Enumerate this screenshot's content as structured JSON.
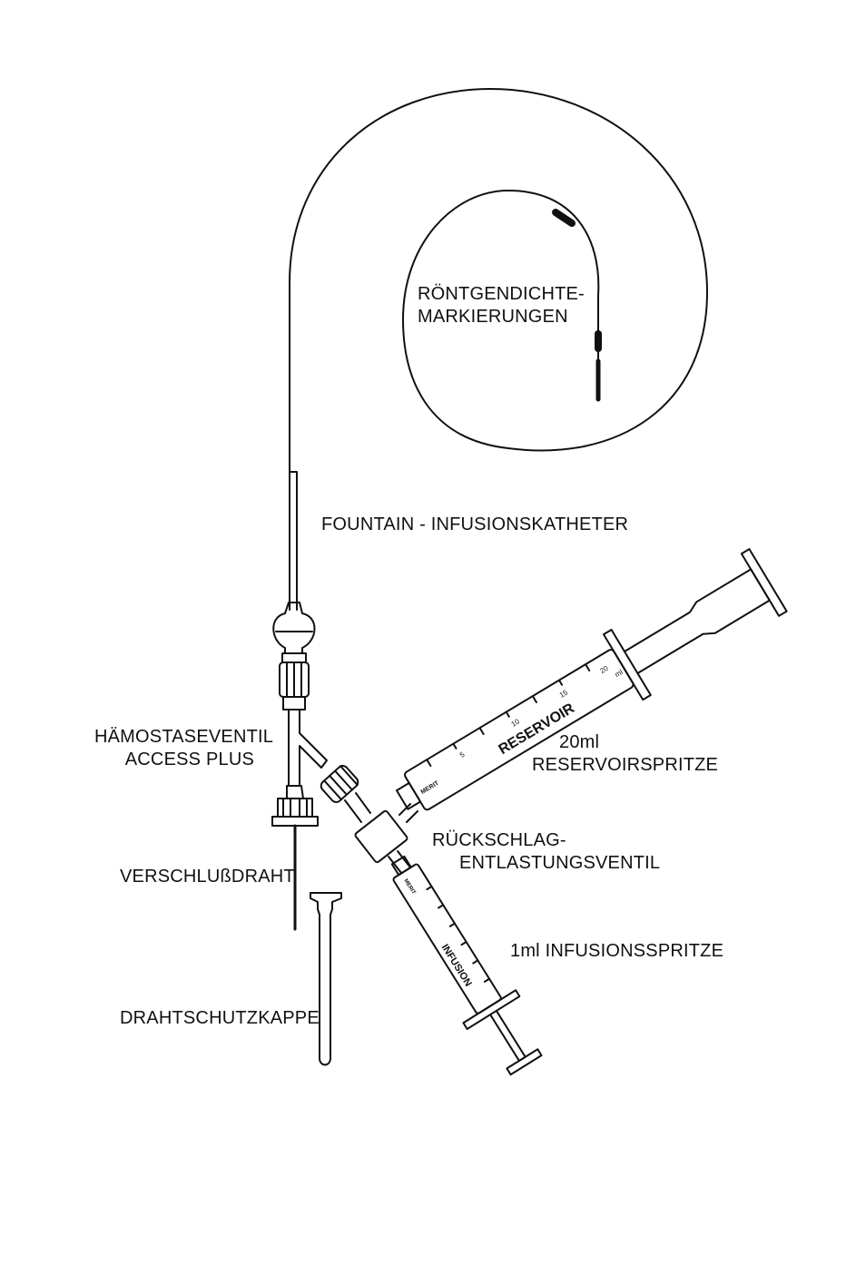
{
  "labels": {
    "radiopaque_line1": "RÖNTGENDICHTE-",
    "radiopaque_line2": "MARKIERUNGEN",
    "catheter": "FOUNTAIN - INFUSIONSKATHETER",
    "hemostasis_line1": "HÄMOSTASEVENTIL",
    "hemostasis_line2": "ACCESS PLUS",
    "reservoir_line1": "20ml",
    "reservoir_line2": "RESERVOIRSPRITZE",
    "check_valve_line1": "RÜCKSCHLAG-",
    "check_valve_line2": "ENTLASTUNGSVENTIL",
    "occluding_wire": "VERSCHLUßDRAHT",
    "infusion_syringe": "1ml INFUSIONSSPRITZE",
    "wire_cap": "DRAHTSCHUTZKAPPE"
  },
  "barrel_print": {
    "reservoir": "RESERVOIR",
    "reservoir_scale": [
      "5",
      "10",
      "15",
      "20",
      "ml"
    ],
    "reservoir_brand": "MERIT",
    "infusion": "INFUSION",
    "infusion_brand": "MERIT"
  },
  "colors": {
    "ink": "#111111",
    "paper": "#ffffff"
  }
}
